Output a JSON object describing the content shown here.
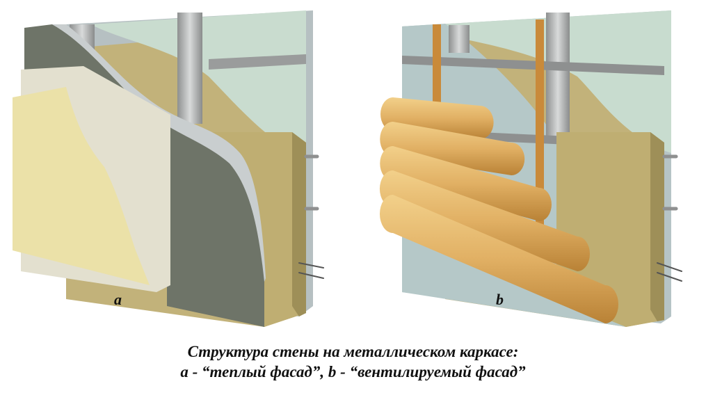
{
  "figure": {
    "label_a": "a",
    "label_b": "b",
    "caption_line1": "Структура стены на металлическом каркасе:",
    "caption_line2": "a - “теплый фасад”, b - “вентилируемый фасад”"
  },
  "colors": {
    "wall_gray": "#b9c3c6",
    "insulation_yellow": "#c2b27a",
    "membrane_green": "#c9dccf",
    "dark_board": "#6e7468",
    "plaster": "#e6e3d2",
    "finish_beige": "#ebe1a8",
    "log_wood": "#e0b568",
    "metal": "#a8aaa8"
  }
}
